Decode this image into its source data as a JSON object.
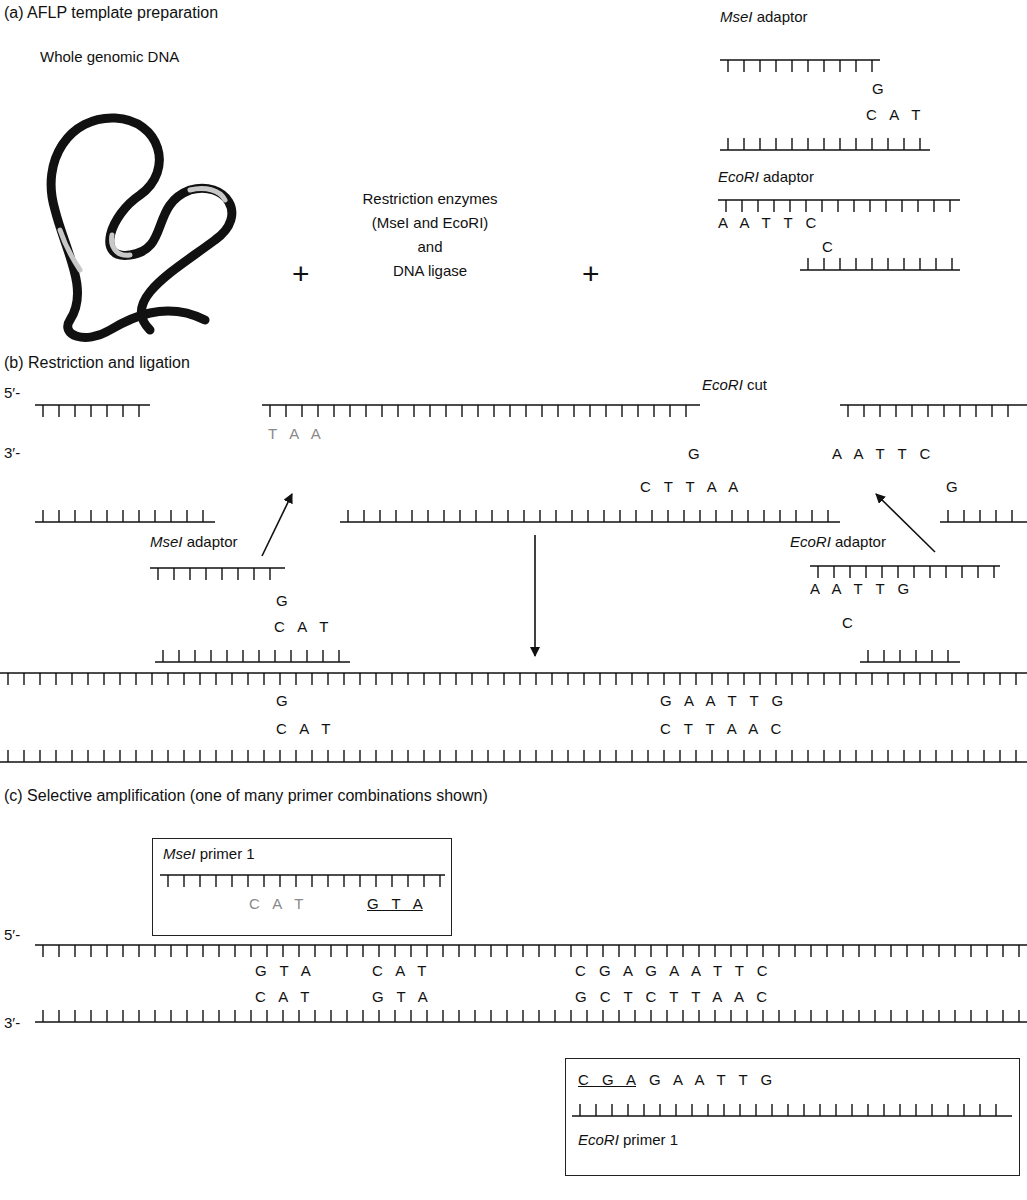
{
  "diagram": {
    "nodes": [
      {
        "text": [
          "MseI primer 1",
          "C A T",
          "G T A"
        ]
      },
      {
        "text": [
          "C G A",
          "G A A T T G",
          "EcoRI primer 1"
        ]
      }
    ],
    "labels": [
      "(a) AFLP template preparation",
      "Whole genomic DNA",
      "+",
      "Restriction enzymes",
      "(MseI and EcoRI)",
      "and",
      "DNA ligase",
      "+",
      "MseI adaptor",
      "G",
      "C A T",
      "EcoRI adaptor",
      "A A T T C",
      "C",
      "(b) Restriction and ligation",
      "5′-",
      "3′-",
      "T A A",
      "EcoRI cut",
      "G",
      "C T T A A",
      "A A T T C",
      "G",
      "MseI adaptor",
      "G",
      "C A T",
      "EcoRI adaptor",
      "A A T T G",
      "C",
      "G",
      "C A T",
      "G A A T T G",
      "C T T A A C",
      "(c) Selective amplification (one of many primer combinations shown)",
      "5′-",
      "G T A",
      "C A T",
      "C G A G A A T T C",
      "C A T",
      "G T A",
      "G C T C T T A A C",
      "3′-"
    ]
  }
}
